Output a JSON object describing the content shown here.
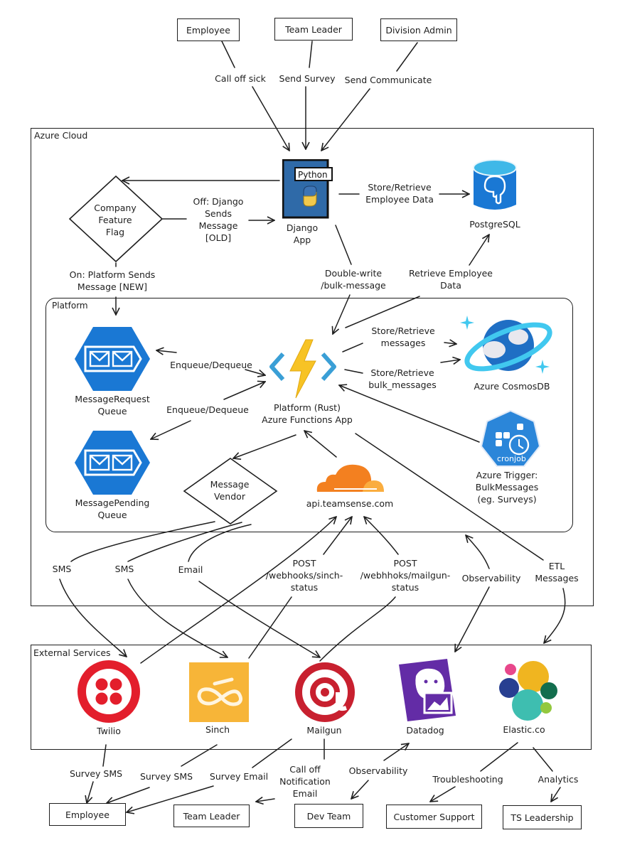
{
  "actors_top": {
    "employee": "Employee",
    "team_leader": "Team Leader",
    "division_admin": "Division Admin"
  },
  "top_edges": {
    "call_off_sick": "Call off sick",
    "send_survey": "Send Survey",
    "send_communicate": "Send Communicate"
  },
  "azure_cloud": {
    "label": "Azure Cloud",
    "feature_flag": "Company\nFeature\nFlag",
    "off_label": "Off: Django\nSends\nMessage\n[OLD]",
    "on_label": "On: Platform Sends\nMessage [NEW]",
    "django": {
      "badge": "Python",
      "label": "Django\nApp"
    },
    "store_employee": "Store/Retrieve\nEmployee Data",
    "postgres": "PostgreSQL",
    "double_write": "Double-write\n/bulk-message",
    "retrieve_employee": "Retrieve Employee\nData"
  },
  "platform": {
    "label": "Platform",
    "request_queue": "MessageRequest\nQueue",
    "pending_queue": "MessagePending\nQueue",
    "enqueue_1": "Enqueue/Dequeue",
    "enqueue_2": "Enqueue/Dequeue",
    "functions_app": "Platform (Rust)\nAzure Functions App",
    "store_messages": "Store/Retrieve\nmessages",
    "store_bulk": "Store/Retrieve\nbulk_messages",
    "cosmos": "Azure CosmosDB",
    "cron_badge": "cronjob",
    "trigger": "Azure Trigger:\nBulkMessages\n(eg. Surveys)",
    "vendor": "Message\nVendor",
    "api": "api.teamsense.com"
  },
  "middle_edges": {
    "sms_1": "SMS",
    "sms_2": "SMS",
    "email": "Email",
    "sinch_webhook": "POST\n/webhooks/sinch-\nstatus",
    "mailgun_webhook": "POST\n/webhhoks/mailgun-\nstatus",
    "observability": "Observability",
    "etl": "ETL\nMessages"
  },
  "external": {
    "label": "External Services",
    "twilio": "Twilio",
    "sinch": "Sinch",
    "mailgun": "Mailgun",
    "datadog": "Datadog",
    "elastic": "Elastic.co"
  },
  "bottom_edges": {
    "survey_sms_1": "Survey SMS",
    "survey_sms_2": "Survey SMS",
    "survey_email": "Survey Email",
    "calloff_email": "Call off\nNotification\nEmail",
    "observability": "Observability",
    "troubleshooting": "Troubleshooting",
    "analytics": "Analytics"
  },
  "actors_bottom": {
    "employee": "Employee",
    "team_leader": "Team Leader",
    "dev_team": "Dev Team",
    "customer_support": "Customer Support",
    "ts_leadership": "TS Leadership"
  },
  "colors": {
    "azure_blue": "#1a78d4",
    "django_blue": "#2f6aa8",
    "python_yellow": "#f2c94c",
    "cloudflare_orange": "#f38020",
    "twilio_red": "#e31e2c",
    "sinch_yellow": "#f7b538",
    "mailgun_red": "#c8202f",
    "datadog_purple": "#632ca6"
  }
}
